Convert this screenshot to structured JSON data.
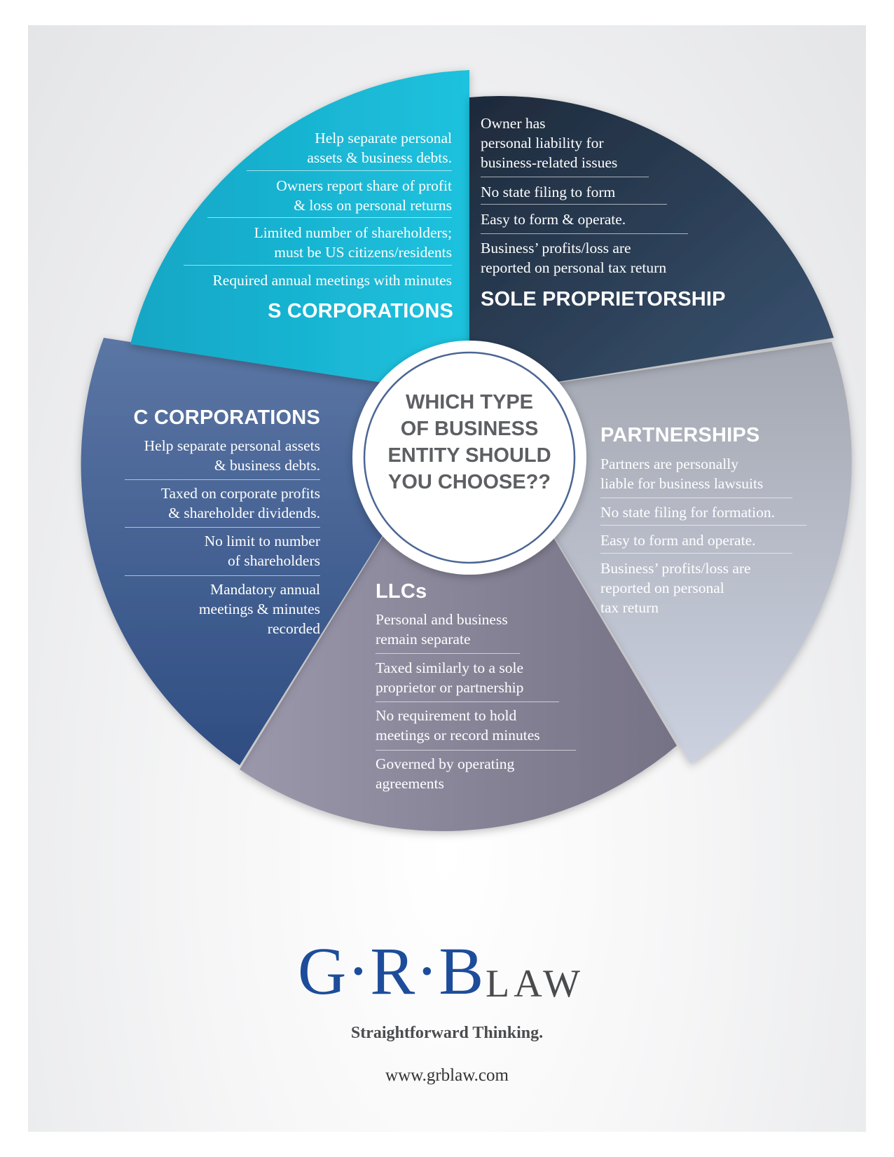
{
  "center_question": "WHICH TYPE\nOF BUSINESS\nENTITY SHOULD\nYOU CHOOSE??",
  "colors": {
    "s_corp": "#1ab8d5",
    "sole_prop": "#253448",
    "partnerships": "#b8bdcb",
    "llcs": "#8d8a9f",
    "c_corp": "#3f5f93",
    "logo_blue": "#1d4d9a"
  },
  "segments": {
    "s_corporations": {
      "title": "S CORPORATIONS",
      "items": [
        "Help separate personal\nassets & business debts.",
        "Owners report share of profit\n& loss on personal returns",
        "Limited number of shareholders;\nmust be US citizens/residents",
        "Required annual meetings with minutes"
      ]
    },
    "sole_proprietorship": {
      "title": "SOLE PROPRIETORSHIP",
      "items": [
        "Owner has\npersonal liability for\nbusiness-related issues",
        "No state filing to form",
        "Easy to form & operate.",
        "Business’ profits/loss are\nreported on personal tax return"
      ]
    },
    "partnerships": {
      "title": "PARTNERSHIPS",
      "items": [
        "Partners are personally\nliable for business lawsuits",
        "No state filing for formation.",
        "Easy to form and operate.",
        "Business’ profits/loss are\nreported on personal\ntax return"
      ]
    },
    "llcs": {
      "title": "LLCs",
      "items": [
        "Personal and business\nremain separate",
        "Taxed similarly to a sole\nproprietor or partnership",
        "No requirement to hold\nmeetings or record minutes",
        "Governed by operating\nagreements"
      ]
    },
    "c_corporations": {
      "title": "C CORPORATIONS",
      "items": [
        "Help separate personal assets\n& business debts.",
        "Taxed on corporate profits\n& shareholder dividends.",
        "No limit to number\nof shareholders",
        "Mandatory annual\nmeetings & minutes\nrecorded"
      ]
    }
  },
  "logo": {
    "mark": "G·R·B",
    "suffix": "LAW",
    "tagline": "Straightforward Thinking.",
    "website": "www.grblaw.com"
  }
}
